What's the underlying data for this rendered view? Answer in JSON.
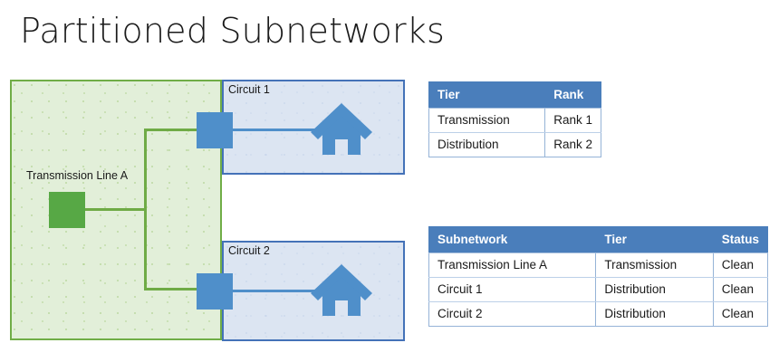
{
  "page": {
    "title": "Partitioned Subnetworks"
  },
  "diagram": {
    "transmission_region": {
      "label": "Transmission  Line A",
      "fill_color": "#e2efd9",
      "border_color": "#70ad47",
      "node_color": "#57a845"
    },
    "circuits": [
      {
        "label": "Circuit 1",
        "fill_color": "#dce5f2",
        "border_color": "#4472b8",
        "node_color": "#4f8fca",
        "customer_icon": "house-icon"
      },
      {
        "label": "Circuit 2",
        "fill_color": "#dce5f2",
        "border_color": "#4472b8",
        "node_color": "#4f8fca",
        "customer_icon": "house-icon"
      }
    ]
  },
  "tier_rank_table": {
    "headers": [
      "Tier",
      "Rank"
    ],
    "rows": [
      [
        "Transmission",
        "Rank 1"
      ],
      [
        "Distribution",
        "Rank 2"
      ]
    ],
    "header_color": "#4a7ebb"
  },
  "subnetwork_table": {
    "headers": [
      "Subnetwork",
      "Tier",
      "Status"
    ],
    "rows": [
      [
        "Transmission Line A",
        "Transmission",
        "Clean"
      ],
      [
        "Circuit 1",
        "Distribution",
        "Clean"
      ],
      [
        "Circuit 2",
        "Distribution",
        "Clean"
      ]
    ],
    "header_color": "#4a7ebb"
  }
}
